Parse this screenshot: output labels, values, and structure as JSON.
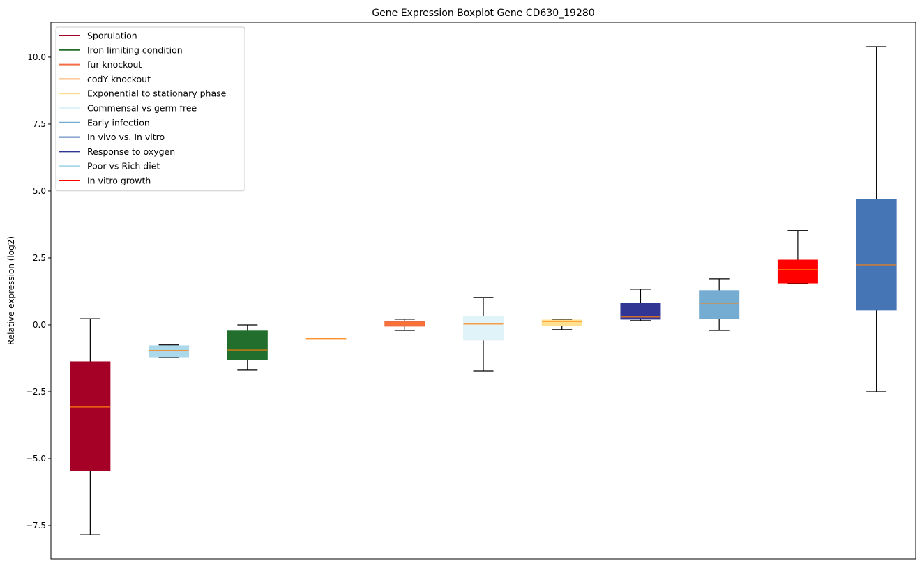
{
  "chart_data": {
    "type": "box",
    "title": "Gene Expression Boxplot Gene CD630_19280",
    "xlabel": "",
    "ylabel": "Relative expression (log2)",
    "ylim": [
      -8.75,
      11.3
    ],
    "xlim": [
      0.5,
      11.5
    ],
    "yticks": [
      -7.5,
      -5.0,
      -2.5,
      0.0,
      2.5,
      5.0,
      7.5,
      10.0
    ],
    "ytick_labels": [
      "−7.5",
      "−5.0",
      "−2.5",
      "0.0",
      "2.5",
      "5.0",
      "7.5",
      "10.0"
    ],
    "grid": false,
    "legend_position": "top-left",
    "median_color": "#ff7f0e",
    "whisker_color": "#000000",
    "series": [
      {
        "name": "Sporulation",
        "color": "#a50026",
        "whisker_low": -7.84,
        "q1": -5.44,
        "median": -3.07,
        "q3": -1.38,
        "whisker_high": 0.23
      },
      {
        "name": "Poor vs Rich diet",
        "color": "#abd9e9",
        "whisker_low": -1.22,
        "q1": -1.2,
        "median": -0.96,
        "q3": -0.78,
        "whisker_high": -0.75
      },
      {
        "name": "Iron limiting condition",
        "color": "#226e2c",
        "whisker_low": -1.69,
        "q1": -1.3,
        "median": -0.94,
        "q3": -0.23,
        "whisker_high": 0.0
      },
      {
        "name": "codY knockout",
        "color": "#fdae61",
        "whisker_low": -0.52,
        "q1": -0.53,
        "median": -0.52,
        "q3": -0.51,
        "whisker_high": -0.52
      },
      {
        "name": "fur knockout",
        "color": "#f46d43",
        "whisker_low": -0.21,
        "q1": -0.05,
        "median": 0.05,
        "q3": 0.13,
        "whisker_high": 0.21
      },
      {
        "name": "Commensal vs germ free",
        "color": "#e0f3f8",
        "whisker_low": -1.72,
        "q1": -0.57,
        "median": 0.03,
        "q3": 0.31,
        "whisker_high": 1.02
      },
      {
        "name": "Exponential to stationary phase",
        "color": "#fee090",
        "whisker_low": -0.18,
        "q1": -0.03,
        "median": 0.13,
        "q3": 0.18,
        "whisker_high": 0.21
      },
      {
        "name": "Response to oxygen",
        "color": "#313695",
        "whisker_low": 0.16,
        "q1": 0.21,
        "median": 0.29,
        "q3": 0.81,
        "whisker_high": 1.33
      },
      {
        "name": "Early infection",
        "color": "#74add1",
        "whisker_low": -0.21,
        "q1": 0.23,
        "median": 0.81,
        "q3": 1.28,
        "whisker_high": 1.72
      },
      {
        "name": "In vitro growth",
        "color": "#ff0000",
        "whisker_low": 1.54,
        "q1": 1.56,
        "median": 2.06,
        "q3": 2.42,
        "whisker_high": 3.52
      },
      {
        "name": "In vivo vs. In vitro",
        "color": "#4575b4",
        "whisker_low": -2.5,
        "q1": 0.55,
        "median": 2.24,
        "q3": 4.69,
        "whisker_high": 10.39
      }
    ],
    "legend": [
      {
        "label": "Sporulation",
        "color": "#a50026"
      },
      {
        "label": "Iron limiting condition",
        "color": "#226e2c"
      },
      {
        "label": "fur knockout",
        "color": "#f46d43"
      },
      {
        "label": "codY knockout",
        "color": "#fdae61"
      },
      {
        "label": "Exponential to stationary phase",
        "color": "#fee090"
      },
      {
        "label": "Commensal vs germ free",
        "color": "#e0f3f8"
      },
      {
        "label": "Early infection",
        "color": "#74add1"
      },
      {
        "label": "In vivo vs. In vitro",
        "color": "#4575b4"
      },
      {
        "label": "Response to oxygen",
        "color": "#313695"
      },
      {
        "label": "Poor vs Rich diet",
        "color": "#abd9e9"
      },
      {
        "label": "In vitro growth",
        "color": "#ff0000"
      }
    ]
  }
}
